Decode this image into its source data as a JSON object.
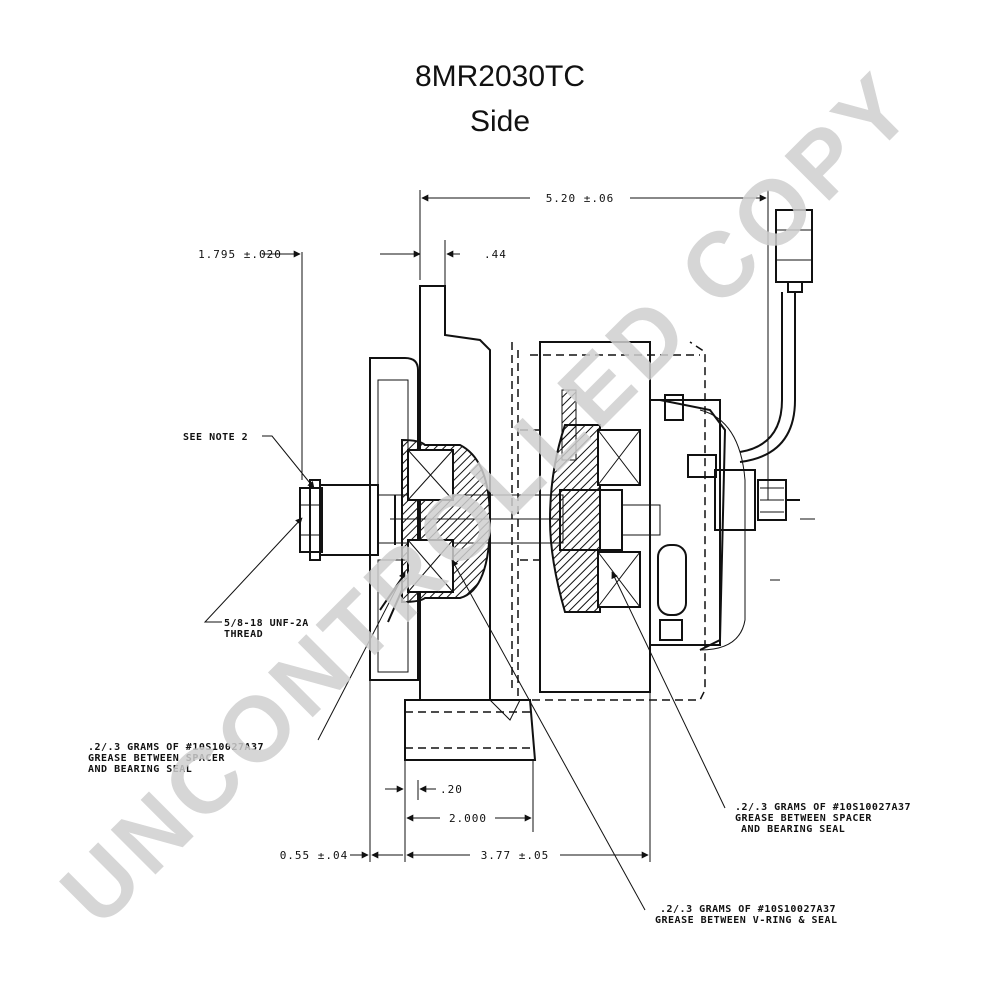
{
  "title": {
    "line1": "8MR2030TC",
    "line2": "Side"
  },
  "watermark": "UNCONTROLLED COPY",
  "dimensions": {
    "overall_length": "5.20 ±.06",
    "shaft_length": "1.795 ±.020",
    "flange_offset": ".44",
    "spacer": ".20",
    "mount_width": "2.000",
    "pulley_offset": "0.55 ±.04",
    "body_length": "3.77 ±.05"
  },
  "callouts": {
    "see_note": "SEE NOTE 2",
    "thread_line1": "5/8-18 UNF-2A",
    "thread_line2": "THREAD",
    "grease_left_line1": ".2/.3 GRAMS OF #10S10027A37",
    "grease_left_line2": "GREASE BETWEEN SPACER",
    "grease_left_line3": "AND BEARING SEAL",
    "grease_right_line1": ".2/.3 GRAMS OF #10S10027A37",
    "grease_right_line2": "GREASE BETWEEN SPACER",
    "grease_right_line3": "AND BEARING SEAL",
    "grease_bottom_line1": ".2/.3 GRAMS OF #10S10027A37",
    "grease_bottom_line2": "GREASE BETWEEN V-RING & SEAL"
  }
}
